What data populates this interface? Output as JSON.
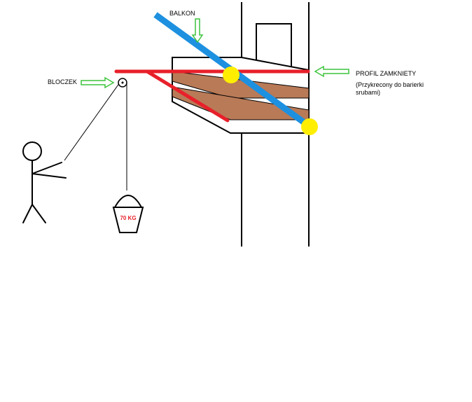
{
  "labels": {
    "balkon": "BALKON",
    "bloczek": "BLOCZEK",
    "profil": "PROFIL ZAMKNIETY",
    "profil_note": "(Przykrecony do barierki srubami)",
    "weight": "70 KG"
  },
  "colors": {
    "profile_red": "#e8202a",
    "brace_blue": "#1e90e0",
    "joint_yellow": "#ffee00",
    "arrow_green": "#3cc43c",
    "plank_brown": "#b97a57",
    "line_black": "#000000"
  }
}
